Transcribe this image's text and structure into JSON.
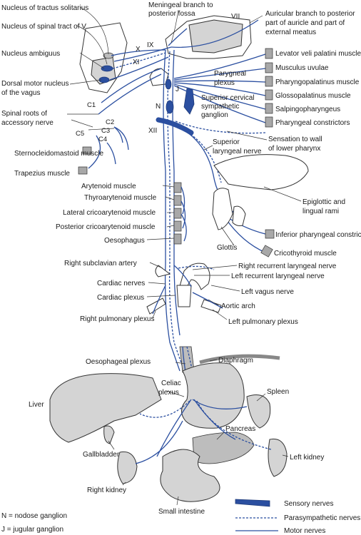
{
  "labels": {
    "nucleus_tractus_solitarius": "Nucleus of tractus solitarius",
    "nucleus_spinal_tract_v": "Nucleus of spinal tract of V",
    "nucleus_ambiguus": "Nucleus ambiguus",
    "dorsal_motor_1": "Dorsal motor nucleus",
    "dorsal_motor_2": "of the vagus",
    "spinal_roots_1": "Spinal roots of",
    "spinal_roots_2": "accessory nerve",
    "sternocleidomastoid": "Sternocleidomastoid muscle",
    "trapezius": "Trapezius muscle",
    "meningeal_1": "Meningeal branch to",
    "meningeal_2": "posterior fossa",
    "auricular_1": "Auricular branch to posterior",
    "auricular_2": "part of auricle and part of",
    "auricular_3": "external meatus",
    "levator": "Levator veli palatini muscle",
    "uvulae": "Musculus uvulae",
    "pharyngopalatinus": "Pharyngopalatinus muscle",
    "glossopalatinus": "Glossopalatinus muscle",
    "salpingopharyngeus": "Salpingopharyngeus",
    "pharyngeal_constrictors": "Pharyngeal constrictors",
    "pharyngeal_plexus_1": "Parygneal",
    "pharyngeal_plexus_2": "plexus",
    "superior_cervical_1": "Superior cervical",
    "superior_cervical_2": "sympathetic",
    "superior_cervical_3": "ganglion",
    "superior_laryngeal_1": "Superior",
    "superior_laryngeal_2": "laryngeal nerve",
    "sensation_1": "Sensation to wall",
    "sensation_2": "of lower pharynx",
    "epiglottic_1": "Epiglottic and",
    "epiglottic_2": "lingual rami",
    "inferior_constrictors": "Inferior pharyngeal constrictors",
    "cricothyroid": "Cricothyroid muscle",
    "glottis": "Glottis",
    "arytenoid": "Arytenoid muscle",
    "thyroarytenoid": "Thyroarytenoid muscle",
    "lateral_crico": "Lateral cricoarytenoid muscle",
    "posterior_crico": "Posterior cricoarytenoid muscle",
    "oesophagus": "Oesophagus",
    "right_subclavian": "Right subclavian artery",
    "right_recurrent": "Right recurrent laryngeal nerve",
    "left_recurrent": "Left recurrent laryngeal nerve",
    "cardiac_nerves": "Cardiac nerves",
    "cardiac_plexus": "Cardiac plexus",
    "left_vagus": "Left vagus nerve",
    "aortic_arch": "Aortic arch",
    "right_pulmonary": "Right pulmonary plexus",
    "left_pulmonary": "Left pulmonary plexus",
    "oesophageal_plexus": "Oesophageal plexus",
    "diaphragm": "Diaphragm",
    "celiac_1": "Celiac",
    "celiac_2": "plexus",
    "liver": "Liver",
    "spleen": "Spleen",
    "pancreas": "Pancreas",
    "left_kidney": "Left kidney",
    "gallbladder": "Gallbladder",
    "right_kidney": "Right kidney",
    "small_intestine": "Small intestine",
    "nerve_vii": "VII",
    "nerve_ix": "IX",
    "nerve_x": "X",
    "nerve_xi": "XI",
    "nerve_xii": "XII",
    "ganglion_j": "J",
    "ganglion_n": "N",
    "c1": "C1",
    "c2": "C2",
    "c3": "C3",
    "c4": "C4",
    "c5": "C5"
  },
  "legend": {
    "sensory": "Sensory nerves",
    "parasympathetic": "Parasympathetic nerves",
    "motor": "Motor nerves"
  },
  "key": {
    "nodose": "N = nodose ganglion",
    "jugular": "J = jugular ganglion"
  },
  "colors": {
    "nerve": "#2b4fa0",
    "organ": "#d4d4d4",
    "muscle": "#a8a8a8"
  }
}
